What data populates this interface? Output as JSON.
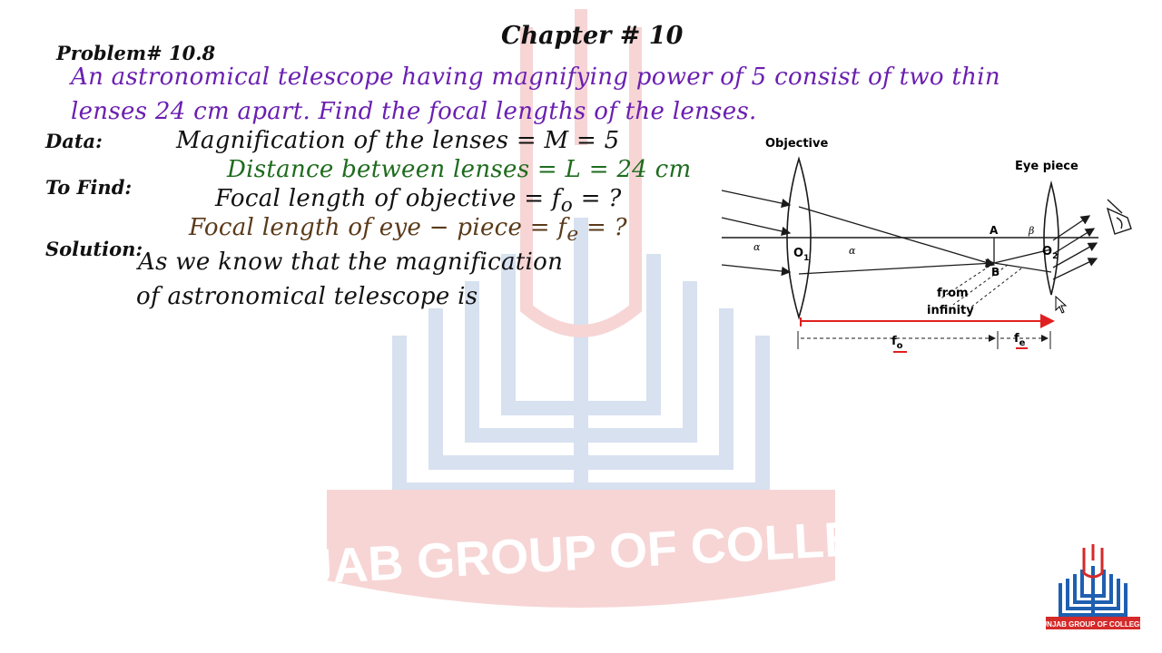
{
  "watermark": {
    "text": "PUNJAB GROUP OF COLLEGES"
  },
  "chapter": {
    "title": "Chapter # 10"
  },
  "problem": {
    "label": "Problem# 10.8",
    "statement_line1": "An astronomical telescope having magnifying power of 5 consist of two thin",
    "statement_line2": "lenses 24 cm apart. Find the focal lengths of the lenses."
  },
  "labels": {
    "data": "Data:",
    "to_find": "To Find:",
    "solution": "Solution:"
  },
  "data": {
    "magnification_text": "Magnification of the lenses = M = 5",
    "distance_text": "Distance between lenses = L = 24 cm"
  },
  "to_find": {
    "objective_prefix": "Focal length of objective = f",
    "objective_sub": "o",
    "objective_suffix": " =  ?",
    "eyepiece_prefix": "Focal length of eye − piece = f",
    "eyepiece_sub": "e",
    "eyepiece_suffix": " = ?"
  },
  "solution": {
    "line1": "As we know that the magnification",
    "line2": "of astronomical telescope is"
  },
  "diagram": {
    "objective_label": "Objective",
    "eyepiece_label": "Eye piece",
    "o1_label": "O",
    "o1_sub": "1",
    "o2_label": "O",
    "o2_sub": "2",
    "alpha_label": "α",
    "beta_label": "β",
    "point_a": "A",
    "point_b": "B",
    "from_label": "from",
    "infinity_label": "infinity",
    "fo_label": "f",
    "fo_sub": "o",
    "fe_label": "f",
    "fe_sub": "e",
    "annotation_color": "#e02020",
    "ray_color": "#1a1a1a"
  },
  "logo": {
    "text": "PUNJAB GROUP OF COLLEGES",
    "color": "#d42a2a",
    "accent": "#1f5fb0"
  }
}
